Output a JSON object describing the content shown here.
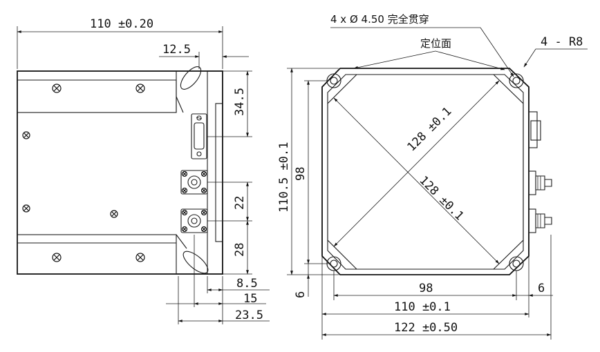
{
  "side_view": {
    "dim_width": "110 ±0.20",
    "dim_connector_offset": "12.5",
    "dim_connector_height": "34.5",
    "dim_port_spacing": "22",
    "dim_port_bottom": "28",
    "dim_b1": "8.5",
    "dim_b2": "15",
    "dim_b3": "23.5"
  },
  "front_view": {
    "hole_note": "4 x Ø 4.50 完全贯穿",
    "radius_note": "4 - R8",
    "locating_face": "定位面",
    "diag1": "128 ±0.1",
    "diag2": "128 ±0.1",
    "height_outer": "110.5 ±0.1",
    "height_inner": "98",
    "bottom_offset": "6",
    "width_holes": "98",
    "right_offset": "6",
    "width_body": "110 ±0.1",
    "width_total": "122 ±0.50"
  }
}
